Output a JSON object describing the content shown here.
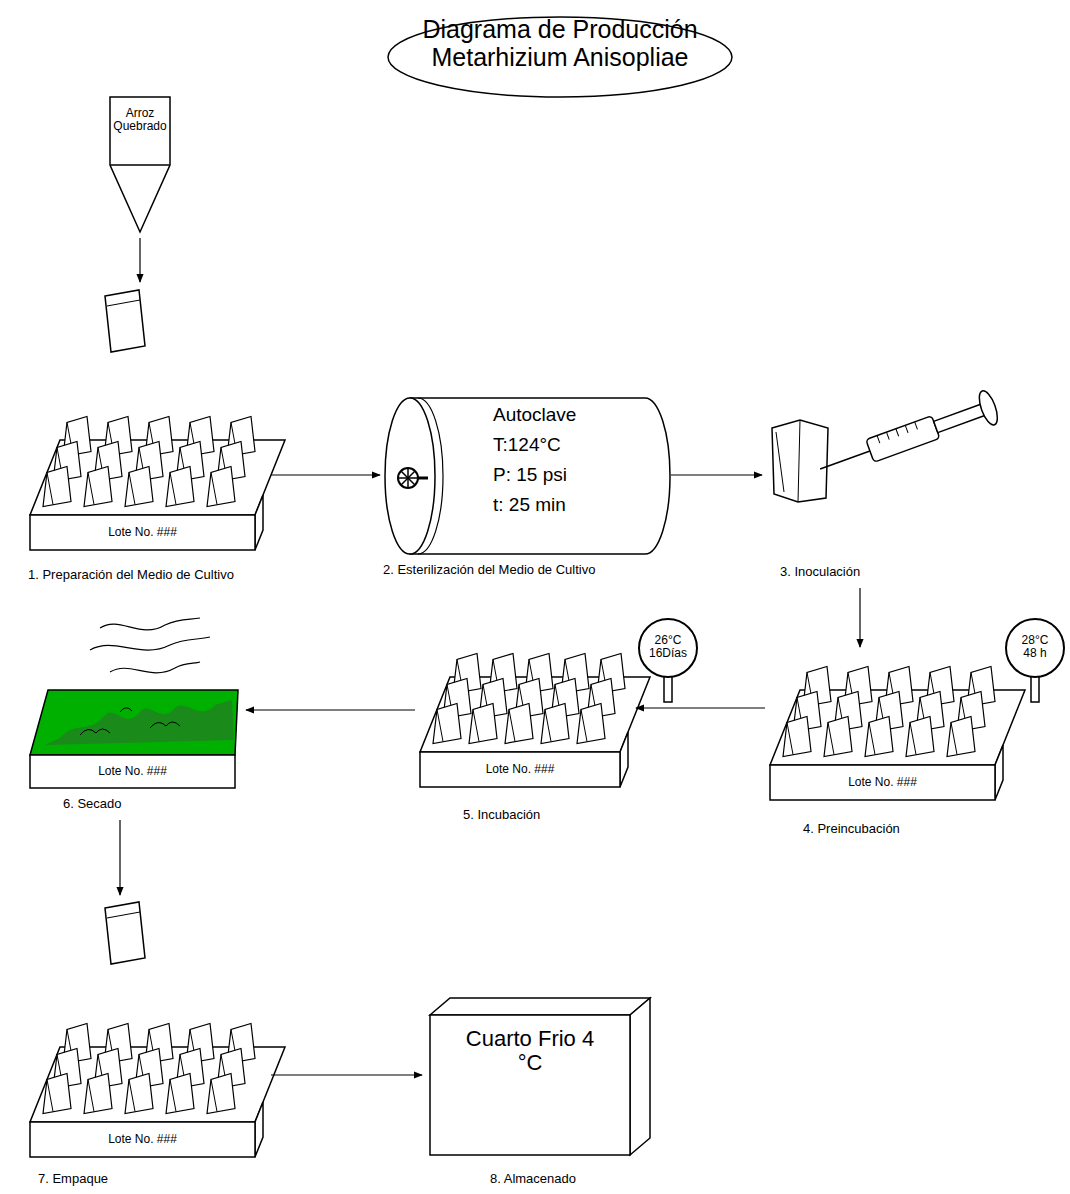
{
  "diagram": {
    "title": "Diagrama de Producción Metarhizium Anisopliae",
    "nodes": [
      {
        "text": [
          "Arroz Quebrado"
        ]
      },
      {
        "text": [
          "Lote No. ###",
          "1. Preparación del Medio de Cultivo"
        ]
      },
      {
        "text": [
          "Autoclave",
          "T:124°C",
          "P: 15 psi",
          "t: 25 min",
          "2. Esterilización del Medio de Cultivo"
        ]
      },
      {
        "text": [
          "3. Inoculación"
        ]
      },
      {
        "text": [
          "Lote No. ###",
          "4. Preincubación"
        ]
      },
      {
        "text": [
          "28°C 48 h"
        ]
      },
      {
        "text": [
          "Lote No. ###",
          "5. Incubación"
        ]
      },
      {
        "text": [
          "26°C 16Días"
        ]
      },
      {
        "text": [
          "Lote No. ###",
          "6. Secado"
        ]
      },
      {
        "text": [
          "Lote No. ###",
          "7. Empaque"
        ]
      },
      {
        "text": [
          "Cuarto Frio 4 °C",
          "8. Almacenado"
        ]
      }
    ],
    "edges": [
      {
        "from": 0,
        "to": 1,
        "arrow": "to"
      },
      {
        "from": 1,
        "to": 2,
        "arrow": "to"
      },
      {
        "from": 2,
        "to": 3,
        "arrow": "to"
      },
      {
        "from": 3,
        "to": 4,
        "arrow": "to"
      },
      {
        "from": 4,
        "to": 6,
        "arrow": "to"
      },
      {
        "from": 6,
        "to": 8,
        "arrow": "to"
      },
      {
        "from": 8,
        "to": 9,
        "arrow": "to"
      },
      {
        "from": 9,
        "to": 10,
        "arrow": "to"
      }
    ]
  }
}
